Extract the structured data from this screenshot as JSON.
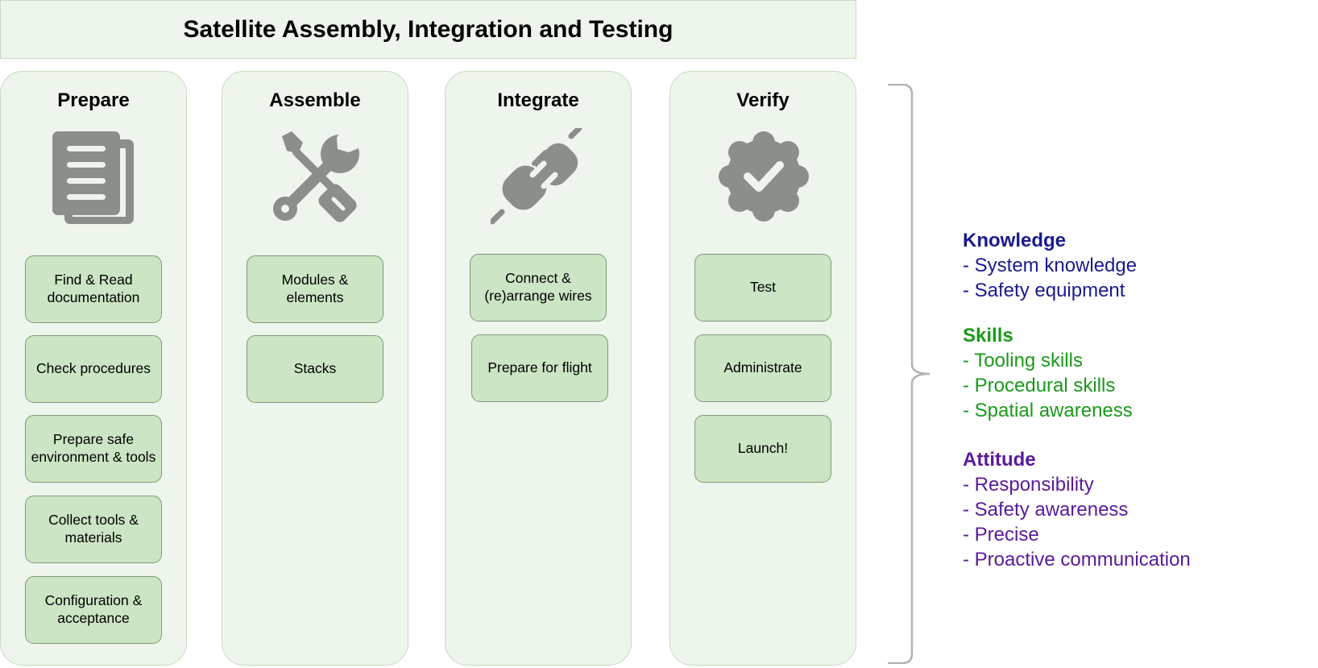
{
  "title": "Satellite Assembly, Integration and Testing",
  "phases": [
    {
      "title": "Prepare",
      "icon": "documents-icon",
      "tasks": [
        "Find & Read documentation",
        "Check procedures",
        "Prepare safe environment & tools",
        "Collect tools & materials",
        "Configuration & acceptance"
      ]
    },
    {
      "title": "Assemble",
      "icon": "tools-icon",
      "tasks": [
        "Modules & elements",
        "Stacks"
      ]
    },
    {
      "title": "Integrate",
      "icon": "plug-icon",
      "tasks": [
        "Connect & (re)arrange wires",
        "Prepare for flight"
      ]
    },
    {
      "title": "Verify",
      "icon": "verified-badge-icon",
      "tasks": [
        "Test",
        "Administrate",
        "Launch!"
      ]
    }
  ],
  "competences": {
    "knowledge": {
      "heading": "Knowledge",
      "items": [
        "- System knowledge",
        "- Safety equipment"
      ],
      "color": "#1a1a8f"
    },
    "skills": {
      "heading": "Skills",
      "items": [
        "- Tooling skills",
        "- Procedural skills",
        "- Spatial awareness"
      ],
      "color": "#1a9a1a"
    },
    "attitude": {
      "heading": "Attitude",
      "items": [
        "- Responsibility",
        "- Safety awareness",
        "- Precise",
        "- Proactive communication"
      ],
      "color": "#5a1a9a"
    }
  },
  "colors": {
    "panel_fill": "#eef5ec",
    "task_fill": "#cce5c4",
    "task_border": "#7f9b79",
    "icon": "#8b8f8a",
    "brace": "#b3b3b3"
  }
}
